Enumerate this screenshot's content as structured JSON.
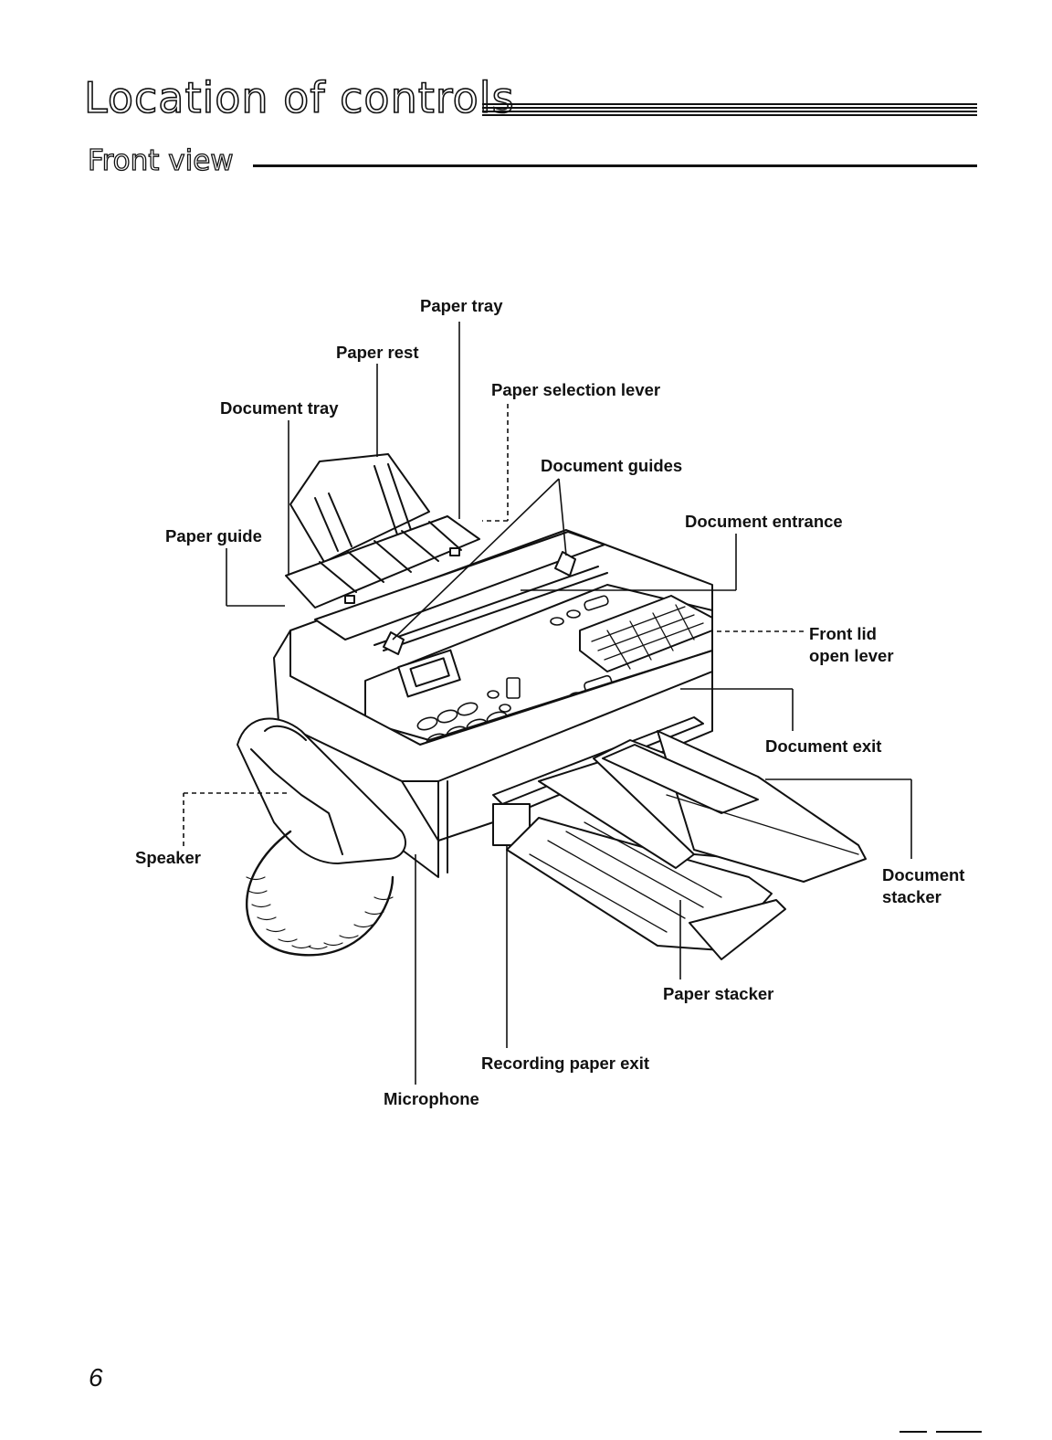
{
  "header": {
    "title": "Location of controls",
    "subtitle": "Front view"
  },
  "labels": {
    "paper_tray": "Paper tray",
    "paper_rest": "Paper rest",
    "paper_selection_lever": "Paper selection lever",
    "document_tray": "Document tray",
    "document_guides": "Document guides",
    "document_entrance": "Document entrance",
    "paper_guide": "Paper guide",
    "front_lid_open_lever_line1": "Front lid",
    "front_lid_open_lever_line2": "open lever",
    "document_exit": "Document exit",
    "speaker": "Speaker",
    "document_stacker_line1": "Document",
    "document_stacker_line2": "stacker",
    "paper_stacker": "Paper stacker",
    "recording_paper_exit": "Recording paper exit",
    "microphone": "Microphone"
  },
  "footer": {
    "page_number": "6"
  }
}
